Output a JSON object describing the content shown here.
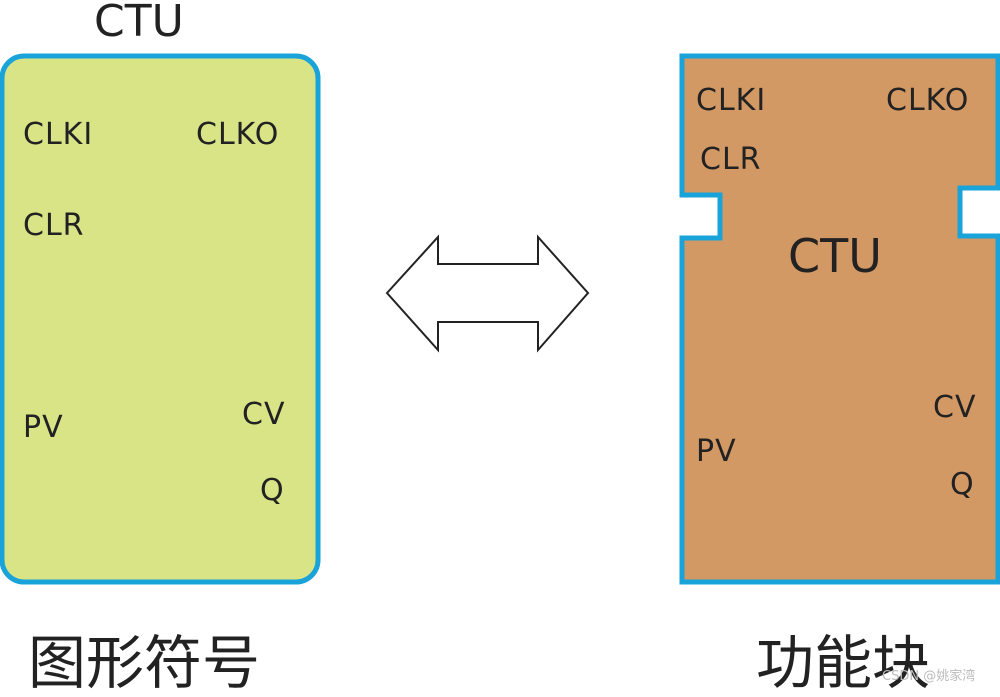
{
  "symbol": {
    "title": "CTU",
    "pins": {
      "clki": "CLKI",
      "clko": "CLKO",
      "clr": "CLR",
      "pv": "PV",
      "cv": "CV",
      "q": "Q"
    },
    "caption": "图形符号",
    "fill_color": "#d9e487",
    "border_color": "#1aa3d9"
  },
  "function_block": {
    "title": "CTU",
    "pins": {
      "clki": "CLKI",
      "clko": "CLKO",
      "clr": "CLR",
      "pv": "PV",
      "cv": "CV",
      "q": "Q"
    },
    "caption": "功能块",
    "fill_color": "#d39964",
    "border_color": "#1aa3d9"
  },
  "connector": {
    "icon": "double-arrow-icon"
  },
  "watermark": "CSDN @姚家湾"
}
